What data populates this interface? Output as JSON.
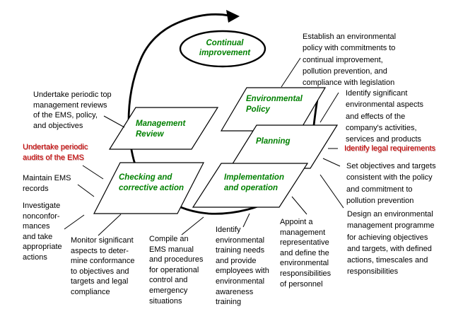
{
  "diagram": {
    "type": "cycle-flow-diagram",
    "subject": "Environmental Management System continual improvement cycle",
    "colors": {
      "stage_label_green": "#008000",
      "highlight_red": "#c40000",
      "line_black": "#000000",
      "background": "#ffffff"
    },
    "stages": {
      "continual_improvement": "Continual\nimprovement",
      "environmental_policy": "Environmental\nPolicy",
      "planning": "Planning",
      "implementation": "Implementation\nand operation",
      "checking": "Checking and\ncorrective action",
      "management_review": "Management\nReview"
    },
    "notes": {
      "top_reviews": "Undertake periodic top\nmanagement reviews\nof the EMS, policy,\nand objectives",
      "audits": "Undertake periodic\naudits of the EMS",
      "maintain_records": "Maintain EMS\nrecords",
      "investigate": "Investigate\nnonconfor-\nmances\nand take\nappropriate\nactions",
      "monitor": "Monitor significant\naspects to deter-\nmine conformance\nto objectives and\ntargets and legal\ncompliance",
      "compile": "Compile an\nEMS manual\nand procedures\nfor operational\ncontrol and\nemergency\nsituations",
      "training": "Identify\nenvironmental\ntraining needs\nand provide\nemployees with\nenvironmental\nawareness\ntraining",
      "appoint": "Appoint a\nmanagement\nrepresentative\nand define the\nenvironmental\nresponsibilities\nof personnel",
      "design_programme": "Design an environmental\nmanagement programme\nfor achieving objectives\nand targets, with defined\nactions, timescales and\nresponsibilities",
      "establish_policy": "Establish an environmental\npolicy with commitments to\ncontinual improvement,\npollution prevention, and\ncompliance with legislation",
      "identify_aspects": "Identify significant\nenvironmental aspects\nand effects of the\ncompany's activities,\nservices and products",
      "legal_requirements": "Identify legal requirements",
      "set_objectives": "Set objectives and targets\nconsistent with the policy\nand commitment to\npollution prevention"
    }
  }
}
